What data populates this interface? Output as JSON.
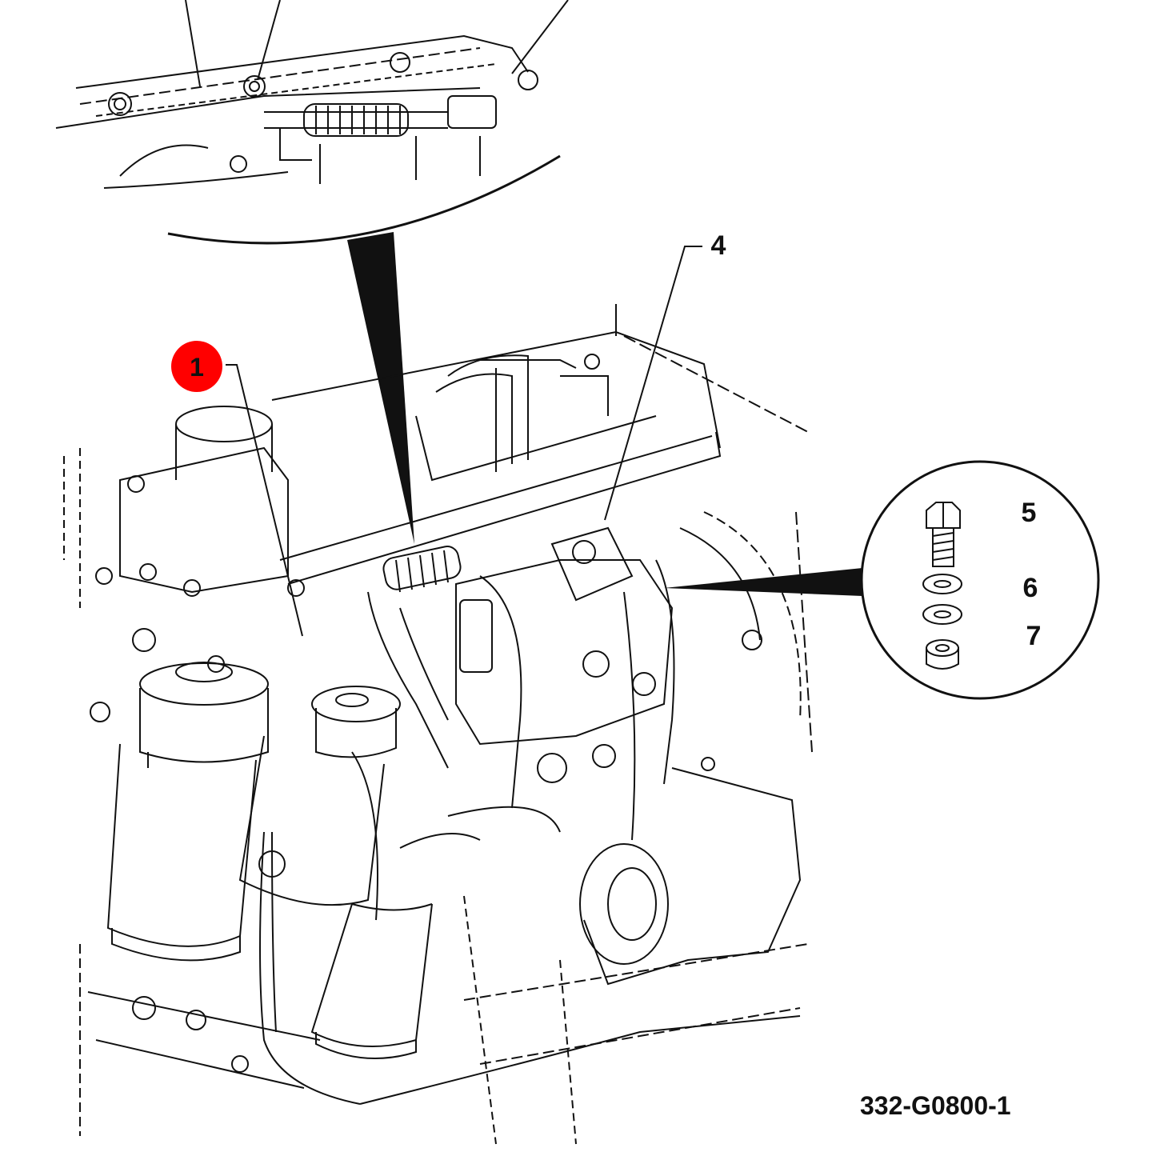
{
  "callouts": {
    "c1": "1",
    "c4": "4",
    "c5": "5",
    "c6": "6",
    "c7": "7"
  },
  "figure_ref": "332-G0800-1",
  "colors": {
    "highlight_marker": "#ff0000",
    "line": "#111111",
    "background": "#ffffff"
  },
  "icons": {
    "detail_bolt": "hex-bolt-icon",
    "detail_washers": "washer-icon",
    "detail_nut": "hex-nut-icon"
  }
}
